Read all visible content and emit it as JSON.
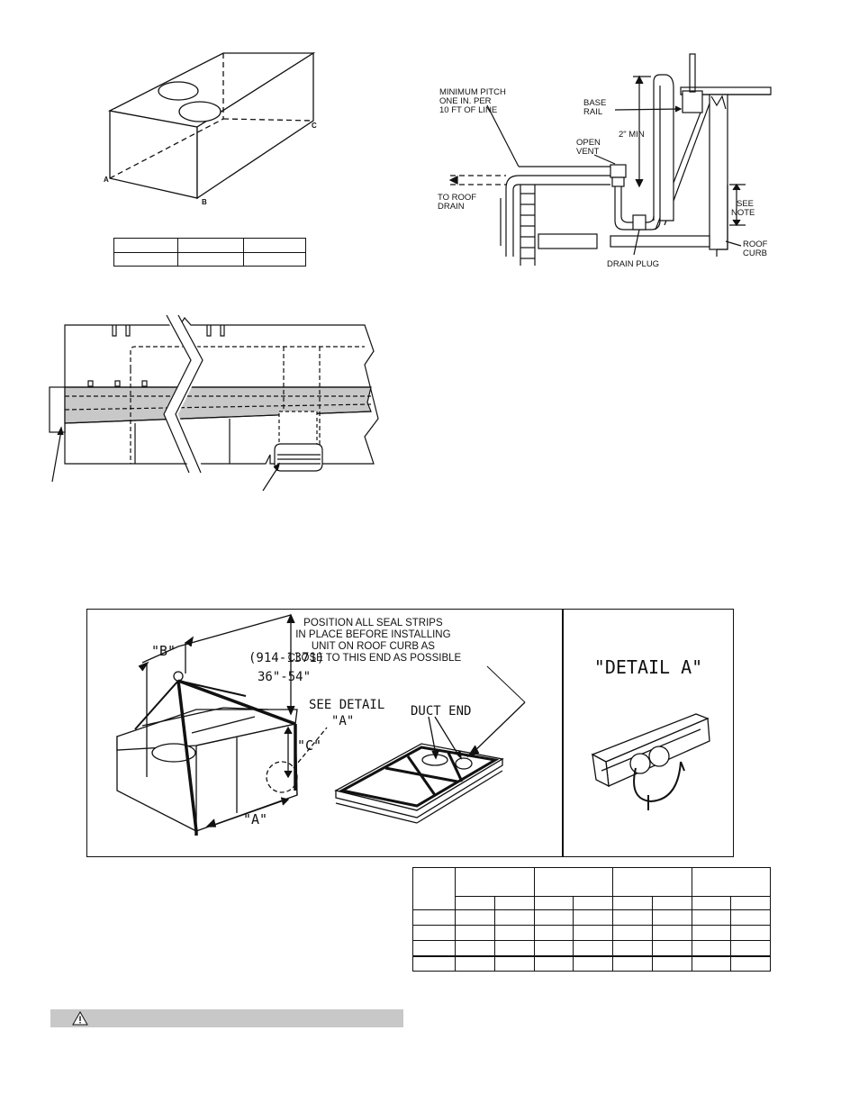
{
  "fig1": {
    "corner_a": "A",
    "corner_b": "B",
    "corner_c": "C"
  },
  "fig2": {
    "min_pitch_line1": "MINIMUM PITCH",
    "min_pitch_line2": "ONE IN. PER",
    "min_pitch_line3": "10 FT  OF LINE",
    "base_rail_line1": "BASE",
    "base_rail_line2": "RAIL",
    "two_min": "2\" MIN",
    "open_vent_line1": "OPEN",
    "open_vent_line2": "VENT",
    "to_roof_drain_line1": "TO ROOF",
    "to_roof_drain_line2": "DRAIN",
    "see_note_line1": "SEE",
    "see_note_line2": "NOTE",
    "drain_plug": "DRAIN PLUG",
    "roof_curb_line1": "ROOF",
    "roof_curb_line2": "CURB"
  },
  "fig4": {
    "position_line1": "POSITION ALL SEAL STRIPS",
    "position_line2": "IN PLACE BEFORE INSTALLING",
    "position_line3": "UNIT ON ROOF CURB AS",
    "position_line4": "CLOSE TO THIS END AS POSSIBLE",
    "dim_b": "\"B\"",
    "dim_metric": "(914-1371)",
    "dim_inches": "36\"-54\"",
    "see_detail_line1": "SEE DETAIL",
    "see_detail_line2": "\"A\"",
    "dim_c": "\"C\"",
    "dim_a": "\"A\"",
    "duct_end": "DUCT END",
    "detail_title": "\"DETAIL A\""
  },
  "colors": {
    "ink": "#111111",
    "shade": "#c8c8c8",
    "warning_bar": "#c8c8c8"
  }
}
